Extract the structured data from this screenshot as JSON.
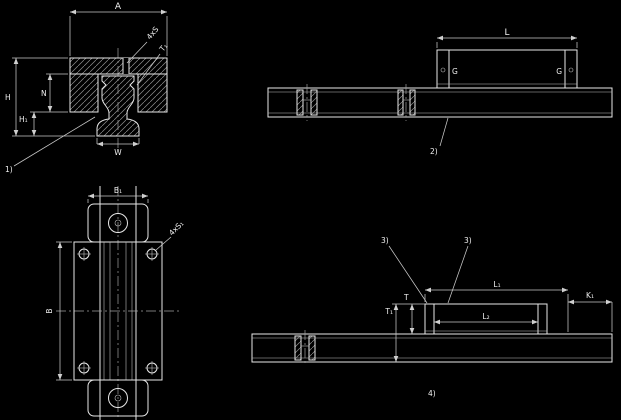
{
  "drawing": {
    "background": "#000000",
    "line_color": "#e8e8e8",
    "dim_color": "#c9c9c9"
  },
  "section_view": {
    "dim_a": "A",
    "dim_n": "N",
    "dim_h": "H",
    "dim_h1": "H₁",
    "dim_w": "W",
    "leader_s": "4xS",
    "leader_t1": "T₁",
    "callout_1": "1)"
  },
  "side_view_top": {
    "dim_l": "L",
    "dim_g_left": "G",
    "dim_g_right": "G",
    "callout_2": "2)"
  },
  "plan_view": {
    "dim_b1": "B₁",
    "dim_b": "B",
    "leader_s1": "4xS₁"
  },
  "side_view_bottom": {
    "dim_l1": "L₁",
    "dim_l2": "L₂",
    "dim_t": "T",
    "dim_t1": "T₁",
    "dim_k1": "K₁",
    "callout_3a": "3)",
    "callout_3b": "3)",
    "callout_4": "4)"
  }
}
